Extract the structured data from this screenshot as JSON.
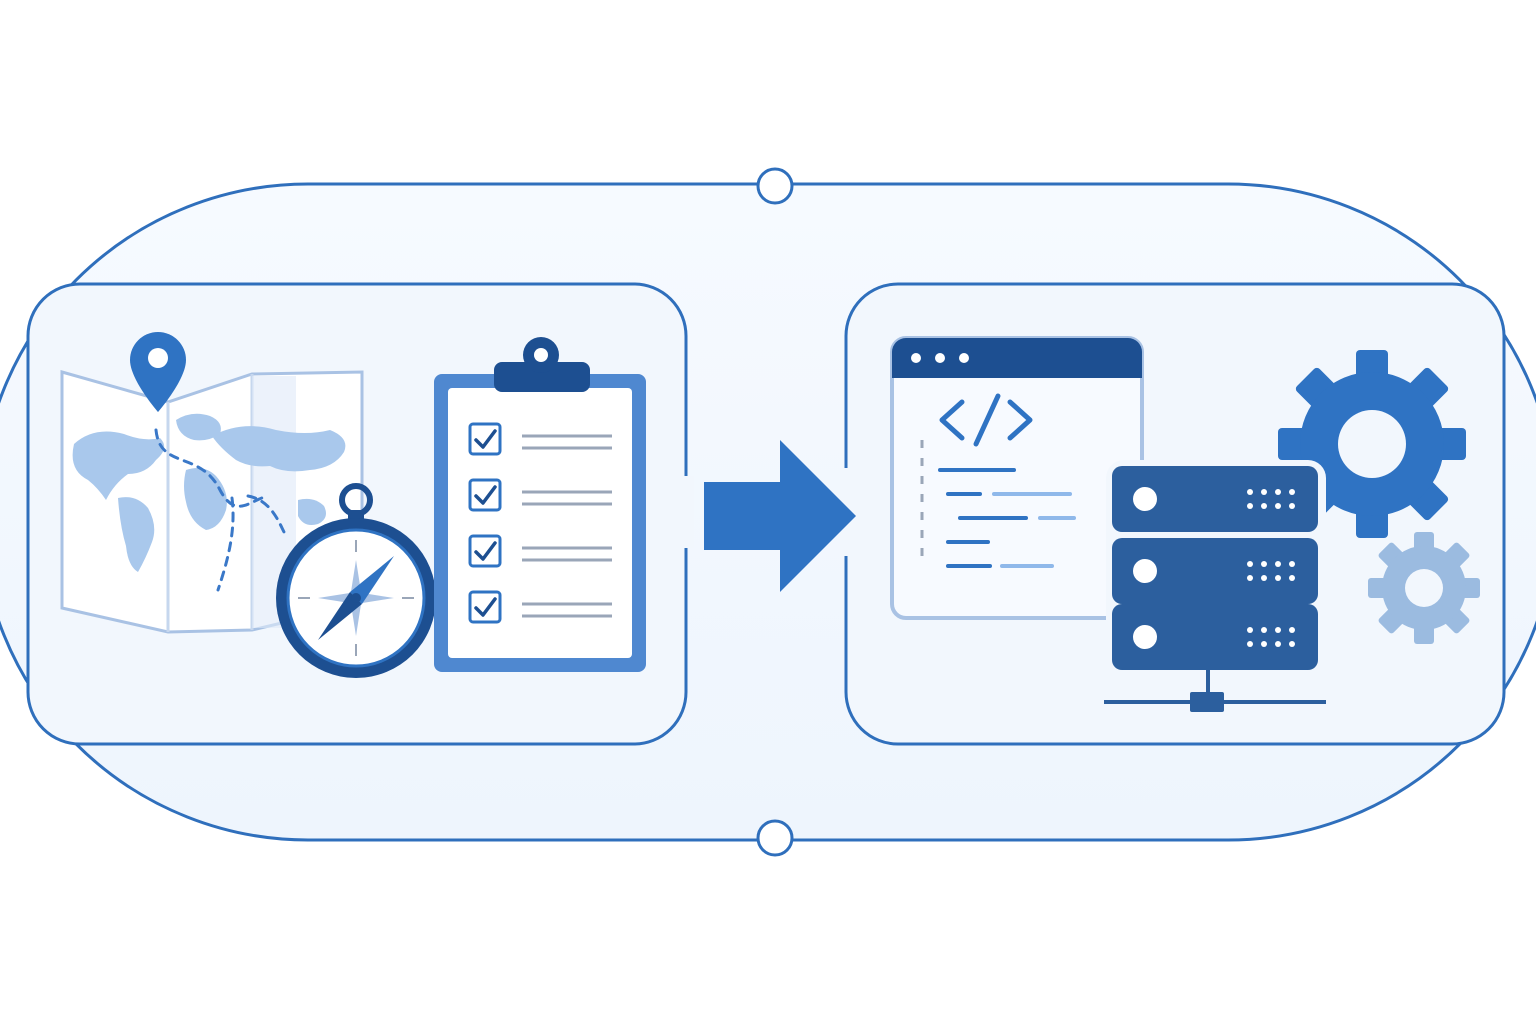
{
  "diagram": {
    "kind": "planning-to-implementation-flow",
    "outer_loop": {
      "connector_nodes": [
        "top-node",
        "bottom-node"
      ]
    },
    "stages": [
      {
        "id": "planning",
        "icons": [
          "world-map-icon",
          "location-pin-icon",
          "route-dashed-path",
          "compass-icon",
          "checklist-clipboard-icon"
        ],
        "checklist_items_checked": 4
      },
      {
        "id": "implementation",
        "icons": [
          "code-window-icon",
          "server-rack-icon",
          "network-line-icon",
          "large-gear-icon",
          "small-gear-icon"
        ],
        "server_units": 3
      }
    ],
    "connector": {
      "icon": "right-arrow-icon",
      "direction": "left-to-right"
    }
  },
  "colors": {
    "primary": "#2f73c3",
    "dark_blue": "#1d4f91",
    "mid_blue": "#3a78c8",
    "light_blue": "#a9c8ec",
    "pale_blue": "#eef5fd",
    "line_blue": "#2f6fbc",
    "gray_line": "#9aa6b8",
    "white": "#ffffff"
  }
}
